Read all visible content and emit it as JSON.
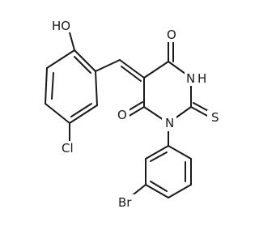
{
  "molecule": {
    "atoms": {
      "hydroxyl": "HO",
      "oxygen_top": "O",
      "nitrogen_h": "H",
      "nitrogen_h_N": "N",
      "oxygen_left": "O",
      "nitrogen": "N",
      "sulfur": "S",
      "chlorine": "Cl",
      "bromine": "Br"
    },
    "colors": {
      "bond": "#1a1a1a",
      "O": "#ff0d0d",
      "N": "#3050f8",
      "S": "#c8a000",
      "Cl": "#1ff01f",
      "Br": "#a62929",
      "generic": "#1a1a1a"
    }
  }
}
